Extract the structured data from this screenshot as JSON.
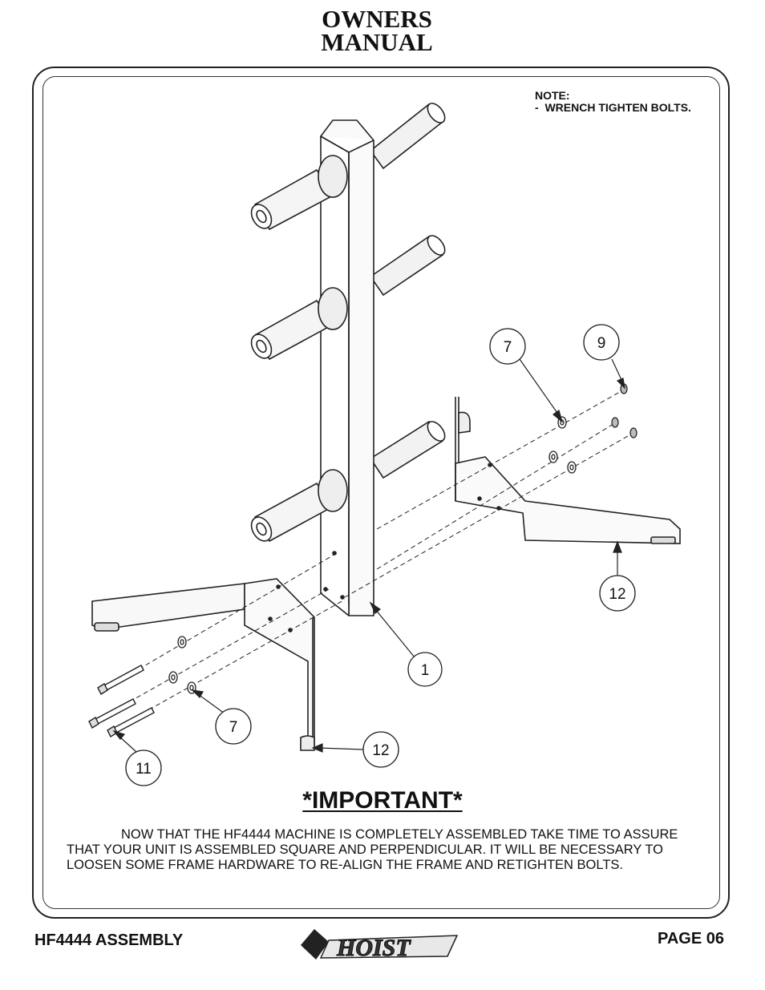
{
  "header": {
    "title_line1": "OWNERS",
    "title_line2": "MANUAL"
  },
  "note": {
    "text": "NOTE:\n-  WRENCH TIGHTEN BOLTS."
  },
  "callouts": {
    "part_1": "1",
    "part_7_upper": "7",
    "part_9": "9",
    "part_12_right": "12",
    "part_7_lower": "7",
    "part_11": "11",
    "part_12_lower": "12"
  },
  "important": {
    "heading": "*IMPORTANT*",
    "body": "NOW THAT THE HF4444 MACHINE IS COMPLETELY ASSEMBLED TAKE TIME TO ASSURE THAT YOUR UNIT IS ASSEMBLED SQUARE AND PERPENDICULAR.  IT WILL BE NECESSARY TO LOOSEN SOME FRAME HARDWARE TO RE-ALIGN THE FRAME AND RETIGHTEN BOLTS."
  },
  "footer": {
    "left": "HF4444 ASSEMBLY",
    "right": "PAGE 06",
    "logo_text": "HOIST"
  }
}
